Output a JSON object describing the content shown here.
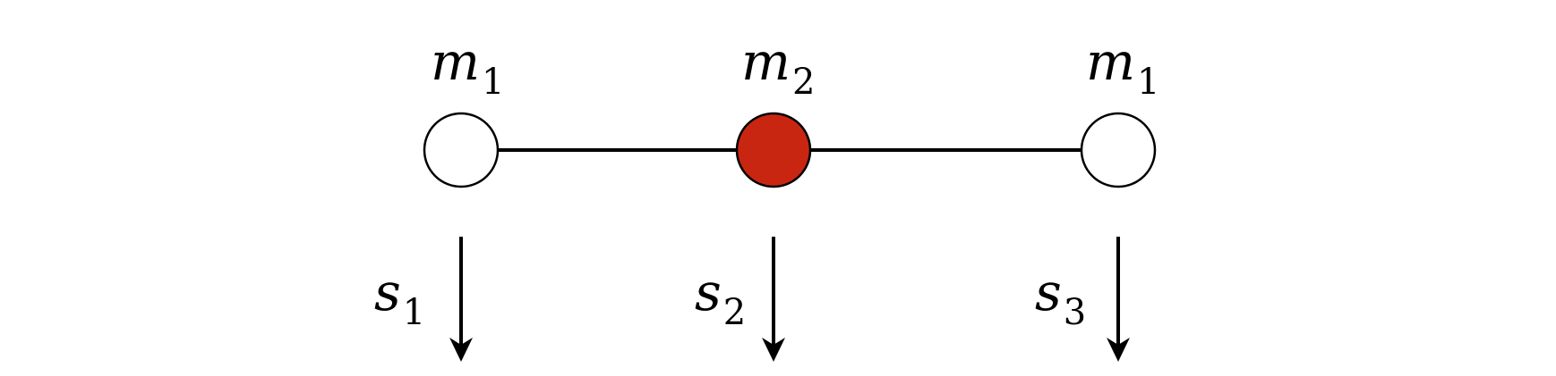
{
  "masses": [
    {
      "symbol": "m",
      "subscript": "1",
      "color": "#ffffff"
    },
    {
      "symbol": "m",
      "subscript": "2",
      "color": "#c92611"
    },
    {
      "symbol": "m",
      "subscript": "1",
      "color": "#ffffff"
    }
  ],
  "displacements": [
    {
      "symbol": "s",
      "subscript": "1"
    },
    {
      "symbol": "s",
      "subscript": "2"
    },
    {
      "symbol": "s",
      "subscript": "3"
    }
  ],
  "colors": {
    "line": "#000000",
    "accent": "#c92611"
  }
}
